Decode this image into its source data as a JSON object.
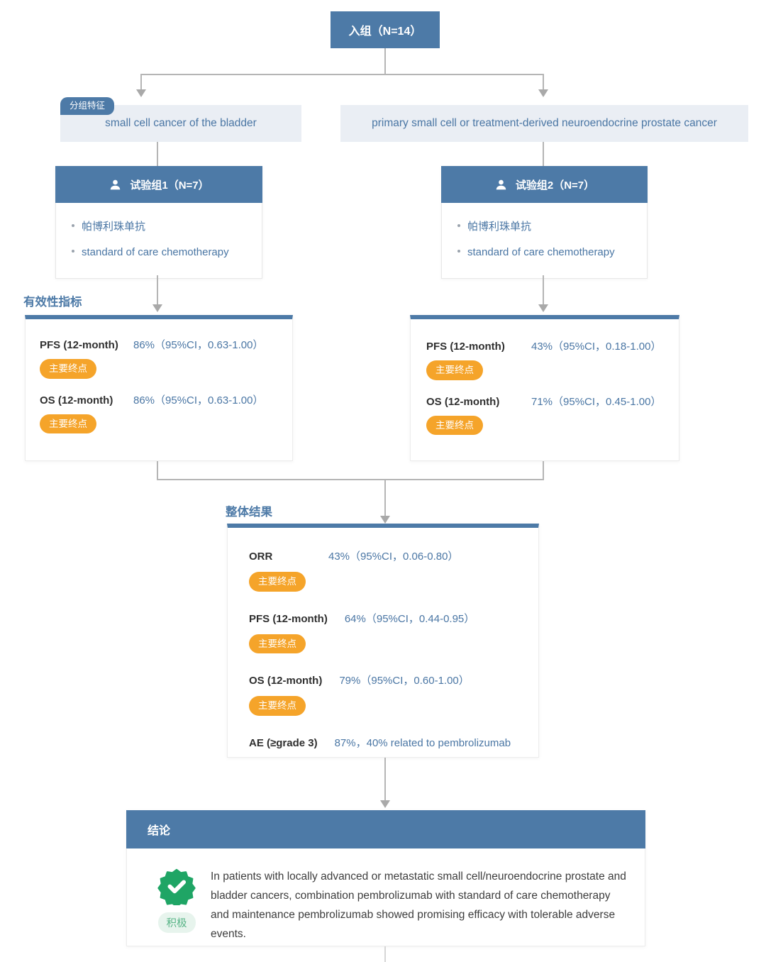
{
  "colors": {
    "header_blue": "#4d7aa7",
    "branch_bg": "#eaeef4",
    "value_blue": "#4a76a4",
    "badge_orange": "#f5a42a",
    "seal_green": "#1fa565",
    "sentiment_green": "#57b486",
    "connector_gray": "#b5b5b5"
  },
  "flow": {
    "enroll_label": "入组（N=14）",
    "branch_tag": "分组特征",
    "branches": [
      {
        "label": "small cell cancer of the bladder"
      },
      {
        "label": "primary small cell or treatment-derived neuroendocrine prostate cancer"
      }
    ],
    "groups": [
      {
        "title": "试验组1（N=7）",
        "items": [
          "帕博利珠单抗",
          "standard of care chemotherapy"
        ]
      },
      {
        "title": "试验组2（N=7）",
        "items": [
          "帕博利珠单抗",
          "standard of care chemotherapy"
        ]
      }
    ],
    "efficacy_label": "有效性指标",
    "efficacy_cards": [
      {
        "metrics": [
          {
            "name": "PFS (12-month)",
            "value": "86%（95%CI，0.63-1.00）",
            "badge": "主要终点"
          },
          {
            "name": "OS (12-month)",
            "value": "86%（95%CI，0.63-1.00）",
            "badge": "主要终点"
          }
        ]
      },
      {
        "metrics": [
          {
            "name": "PFS (12-month)",
            "value": "43%（95%CI，0.18-1.00）",
            "badge": "主要终点"
          },
          {
            "name": "OS (12-month)",
            "value": "71%（95%CI，0.45-1.00）",
            "badge": "主要终点"
          }
        ]
      }
    ],
    "overall_label": "整体结果",
    "overall_metrics": [
      {
        "name": "ORR",
        "value": "43%（95%CI，0.06-0.80）",
        "badge": "主要终点"
      },
      {
        "name": "PFS (12-month)",
        "value": "64%（95%CI，0.44-0.95）",
        "badge": "主要终点"
      },
      {
        "name": "OS (12-month)",
        "value": "79%（95%CI，0.60-1.00）",
        "badge": "主要终点"
      },
      {
        "name": "AE (≥grade 3)",
        "value": "87%，40% related to pembrolizumab"
      }
    ],
    "conclusion": {
      "title": "结论",
      "sentiment": "积极",
      "text": "In patients with locally advanced or metastatic small cell/neuroendocrine prostate and bladder cancers, combination pembrolizumab with standard of care chemotherapy and maintenance pembrolizumab showed promising efficacy with tolerable adverse events."
    }
  }
}
